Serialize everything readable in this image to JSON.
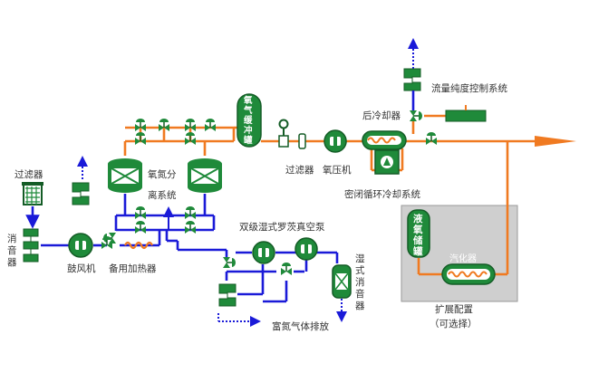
{
  "labels": {
    "filter_left": "过滤器",
    "silencer": "消音器",
    "blower": "鼓风机",
    "standby_heater": "备用加热器",
    "oxygen_nitrogen_sep_1": "氧氮分",
    "oxygen_nitrogen_sep_2": "离系统",
    "oxygen_buffer_tank": "氧气缓冲罐",
    "filter_mid": "过滤器",
    "oxygen_compressor": "氧压机",
    "after_cooler": "后冷却器",
    "flow_purity_control": "流量纯度控制系统",
    "closed_loop_cooling": "密闭循环冷却系统",
    "roots_vacuum_pump": "双级湿式罗茨真空泵",
    "wet_silencer": "湿式消音器",
    "nitrogen_exhaust": "富氮气体排放",
    "liquid_oxygen_tank": "液氧储罐",
    "vaporizer": "汽化器",
    "expansion_config": "扩展配置",
    "optional": "（可选择）"
  },
  "colors": {
    "green": "#1f8a3a",
    "dark_green": "#145c26",
    "orange": "#f07a21",
    "blue": "#1a1ad8",
    "gray_box": "#cfcfcf"
  }
}
